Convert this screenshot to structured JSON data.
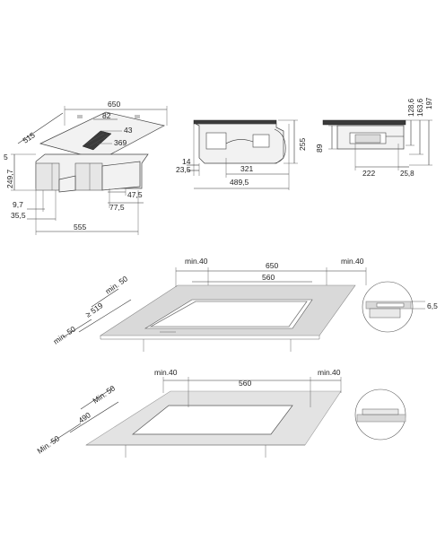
{
  "top_view_1": {
    "w650": "650",
    "w82": "82",
    "w43": "43",
    "w369": "369",
    "d515": "515",
    "h5": "5",
    "h249": "249,7",
    "d9": "9,7",
    "d35": "35,5",
    "d555": "555",
    "d77": "77,5",
    "d47": "47,5"
  },
  "side_view": {
    "d14": "14",
    "d23": "23,5",
    "d321": "321",
    "d489": "489,5",
    "h255": "255"
  },
  "front_view": {
    "h89": "89",
    "d222": "222",
    "d25": "25,8",
    "h128": "128,6",
    "h163": "163,6",
    "h197": "197"
  },
  "install_1": {
    "min40a": "min.40",
    "w650": "650",
    "min40b": "min.40",
    "w560": "560",
    "min50a": "min. 50",
    "ge519": "≥ 519",
    "min50b": "min. 50",
    "detail": "6,5"
  },
  "install_2": {
    "min40a": "min.40",
    "w560": "560",
    "min40b": "min.40",
    "min50a": "Min. 50",
    "d490": "490",
    "min50b": "Min. 50"
  }
}
